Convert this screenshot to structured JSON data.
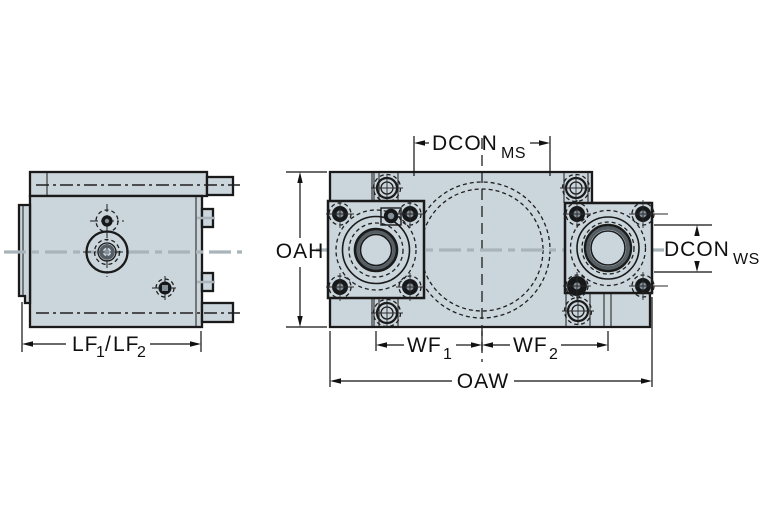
{
  "drawing": {
    "title": "Tool unit dimension drawing, side view and front view",
    "labels": {
      "dcon_ms": {
        "main": "DCON",
        "sub": "MS"
      },
      "dcon_ws": {
        "main": "DCON",
        "sub": "WS"
      },
      "oah": "OAH",
      "oaw": "OAW",
      "wf1": {
        "main": "WF",
        "sub": "1"
      },
      "wf2": {
        "main": "WF",
        "sub": "2"
      },
      "lf": {
        "main1": "LF",
        "sub1": "1",
        "slash": "/",
        "main2": "LF",
        "sub2": "2"
      }
    },
    "colors": {
      "background": "#ffffff",
      "body_fill": "#cbd5dc",
      "outline": "#1a1a1a",
      "gray_centerline": "#a9b3ba",
      "dimension_line": "#111111"
    }
  }
}
